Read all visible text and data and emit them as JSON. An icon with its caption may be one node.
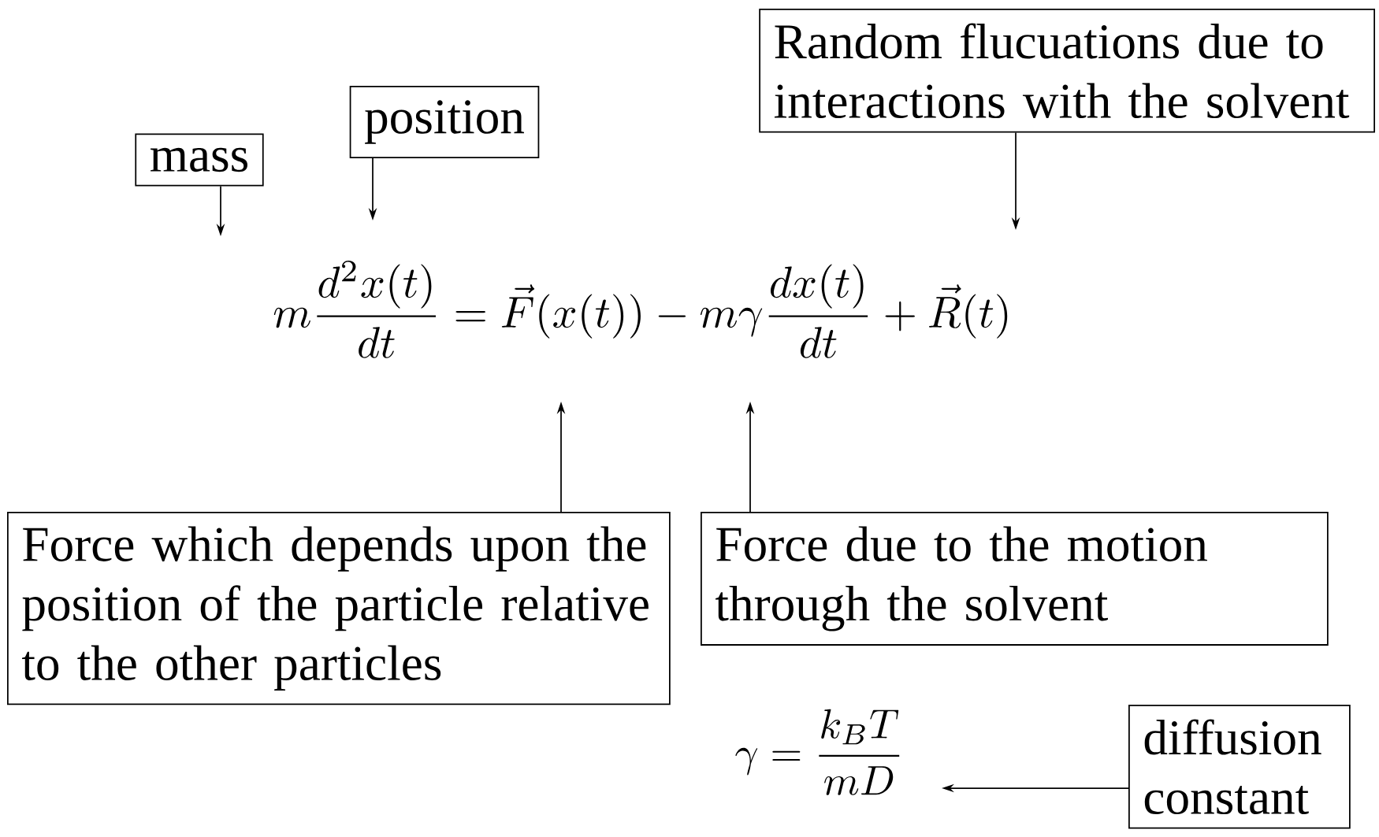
{
  "diagram": {
    "nodes": [
      {
        "text": [
          "mass"
        ]
      },
      {
        "text": [
          "position"
        ]
      },
      {
        "text": [
          "Random flucuations due to interactions with the solvent"
        ]
      },
      {
        "text": [
          "Force which depends upon the position of the particle relative to the other particles"
        ]
      },
      {
        "text": [
          "Force due to the motion through the solvent"
        ]
      },
      {
        "text": [
          "diffusion constant"
        ]
      }
    ],
    "edges": [
      {
        "from": 0,
        "to": null,
        "arrow": "to"
      },
      {
        "from": 1,
        "to": null,
        "arrow": "to"
      },
      {
        "from": 2,
        "to": null,
        "arrow": "to"
      },
      {
        "from": 3,
        "to": null,
        "arrow": "to"
      },
      {
        "from": 4,
        "to": null,
        "arrow": "to"
      },
      {
        "from": 5,
        "to": null,
        "arrow": "to"
      }
    ],
    "labels": [
      "m\\frac{d^2 x(t)}{dt} = \\vec{F}(x(t)) - m\\gamma\\frac{dx(t)}{dt} + \\vec{R}(t)",
      "\\gamma = \\frac{k_B T}{mD}"
    ]
  }
}
